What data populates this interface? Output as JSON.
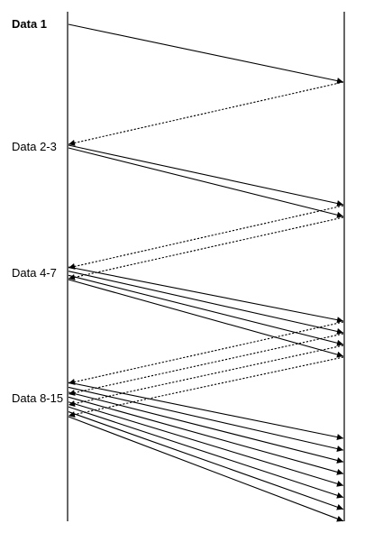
{
  "labels": {
    "round1": "Data 1",
    "round2": "Data 2-3",
    "round3": "Data 4-7",
    "round4": "Data 8-15"
  },
  "rounds": [
    {
      "label_key": "round1",
      "data_packets": 1,
      "ack_packets": 1
    },
    {
      "label_key": "round2",
      "data_packets": 2,
      "ack_packets": 2
    },
    {
      "label_key": "round3",
      "data_packets": 4,
      "ack_packets": 4
    },
    {
      "label_key": "round4",
      "data_packets": 8,
      "ack_packets": 0
    }
  ],
  "colors": {
    "line": "#000000",
    "background": "#ffffff"
  },
  "arrow_styles": {
    "data": "solid",
    "ack": "dashed"
  }
}
